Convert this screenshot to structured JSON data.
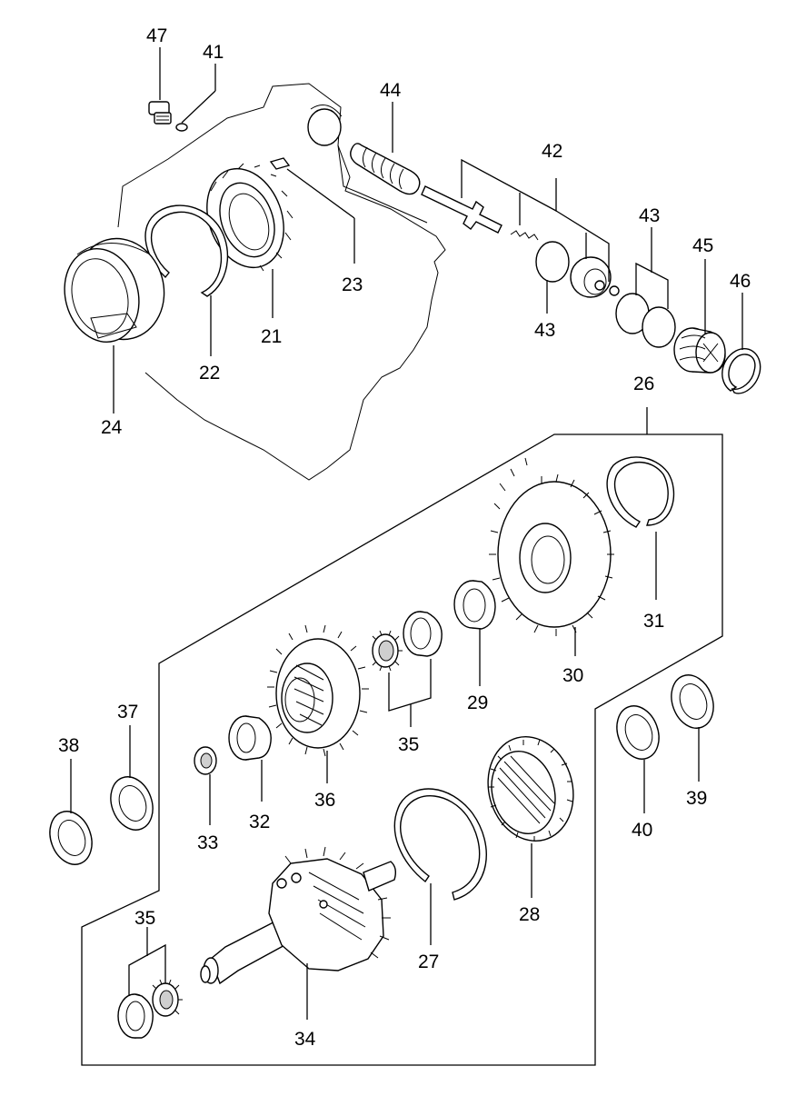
{
  "labels": {
    "l47": "47",
    "l41": "41",
    "l44": "44",
    "l42": "42",
    "l43a": "43",
    "l43b": "43",
    "l45": "45",
    "l46": "46",
    "l23": "23",
    "l21": "21",
    "l22": "22",
    "l24": "24",
    "l26": "26",
    "l31": "31",
    "l30": "30",
    "l29": "29",
    "l35a": "35",
    "l36": "36",
    "l37": "37",
    "l38": "38",
    "l32": "32",
    "l33": "33",
    "l40": "40",
    "l39": "39",
    "l28": "28",
    "l27": "27",
    "l35b": "35",
    "l34": "34"
  }
}
